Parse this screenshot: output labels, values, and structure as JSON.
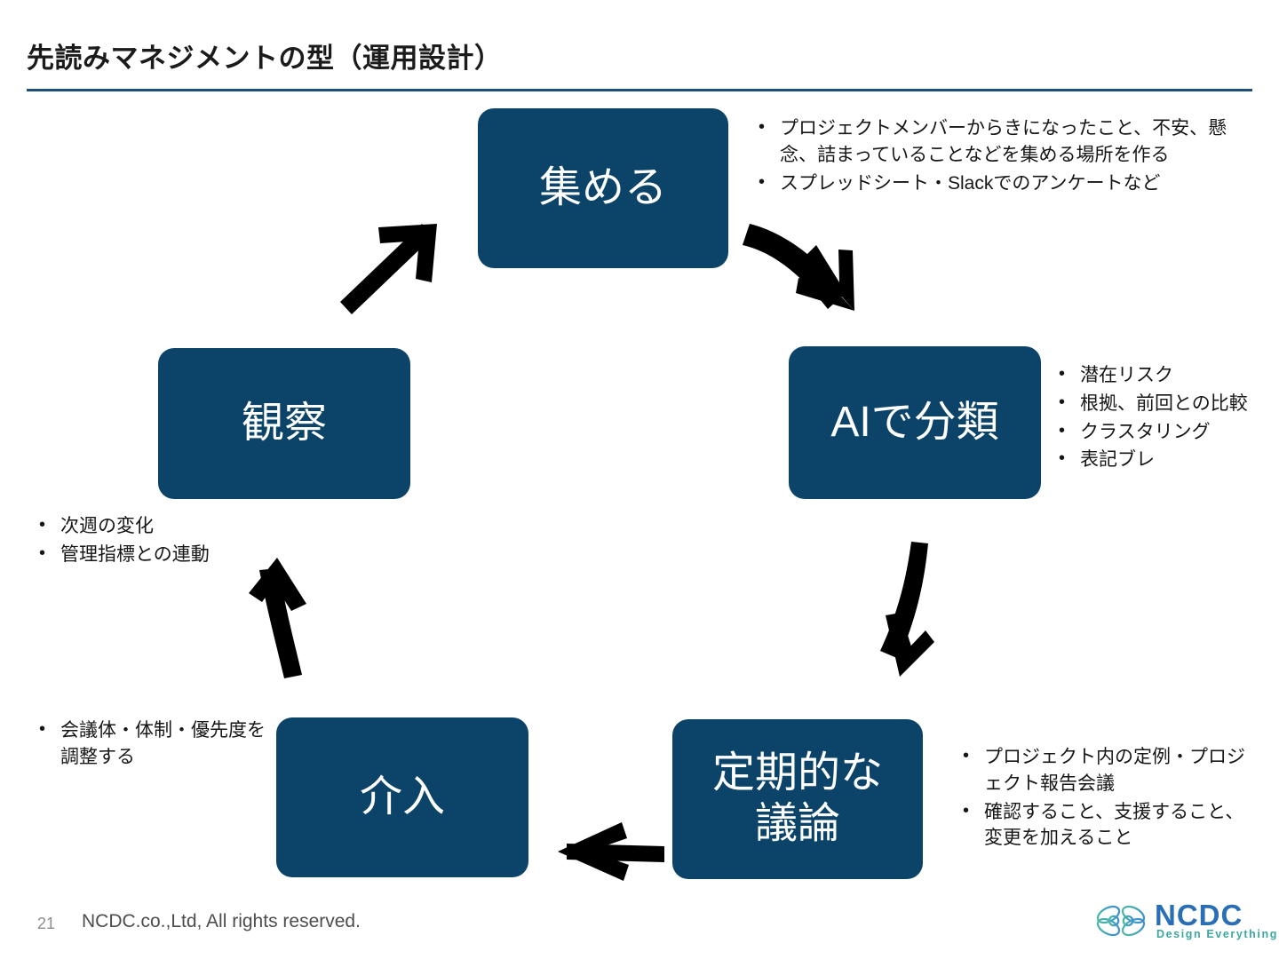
{
  "slide": {
    "title": "先読みマネジメントの型（運用設計）",
    "page_number": "21",
    "copyright": "NCDC.co.,Ltd, All rights reserved.",
    "accent_color": "#1f4e79",
    "node_color": "#0b4369",
    "background_color": "#ffffff"
  },
  "logo": {
    "wordmark": "NCDC",
    "tagline": "Design Everything",
    "wordmark_color": "#2a6fb5",
    "tagline_color": "#3aa8a0",
    "mark_color_start": "#4cb8a4",
    "mark_color_end": "#3f8fd0"
  },
  "cycle": {
    "nodes": [
      {
        "id": "collect",
        "label": "集める"
      },
      {
        "id": "classify",
        "label": "AIで分類"
      },
      {
        "id": "discuss",
        "line1": "定期的な",
        "line2": "議論"
      },
      {
        "id": "intervene",
        "label": "介入"
      },
      {
        "id": "observe",
        "label": "観察"
      }
    ],
    "arrows": [
      {
        "id": "collect-to-classify",
        "direction": "down-right",
        "style": "curved"
      },
      {
        "id": "classify-to-discuss",
        "direction": "down",
        "style": "curved"
      },
      {
        "id": "discuss-to-intervene",
        "direction": "left",
        "style": "straight"
      },
      {
        "id": "intervene-to-observe",
        "direction": "up",
        "style": "curved"
      },
      {
        "id": "observe-to-collect",
        "direction": "up-right",
        "style": "straight"
      }
    ]
  },
  "notes": {
    "collect": [
      "プロジェクトメンバーからきになったこと、不安、懸念、詰まっていることなどを集める場所を作る",
      "スプレッドシート・Slackでのアンケートなど"
    ],
    "classify": [
      "潜在リスク",
      "根拠、前回との比較",
      "クラスタリング",
      "表記ブレ"
    ],
    "observe": [
      "次週の変化",
      "管理指標との連動"
    ],
    "intervene": [
      "会議体・体制・優先度を調整する"
    ],
    "discuss": [
      "プロジェクト内の定例・プロジェクト報告会議",
      "確認すること、支援すること、変更を加えること"
    ]
  }
}
